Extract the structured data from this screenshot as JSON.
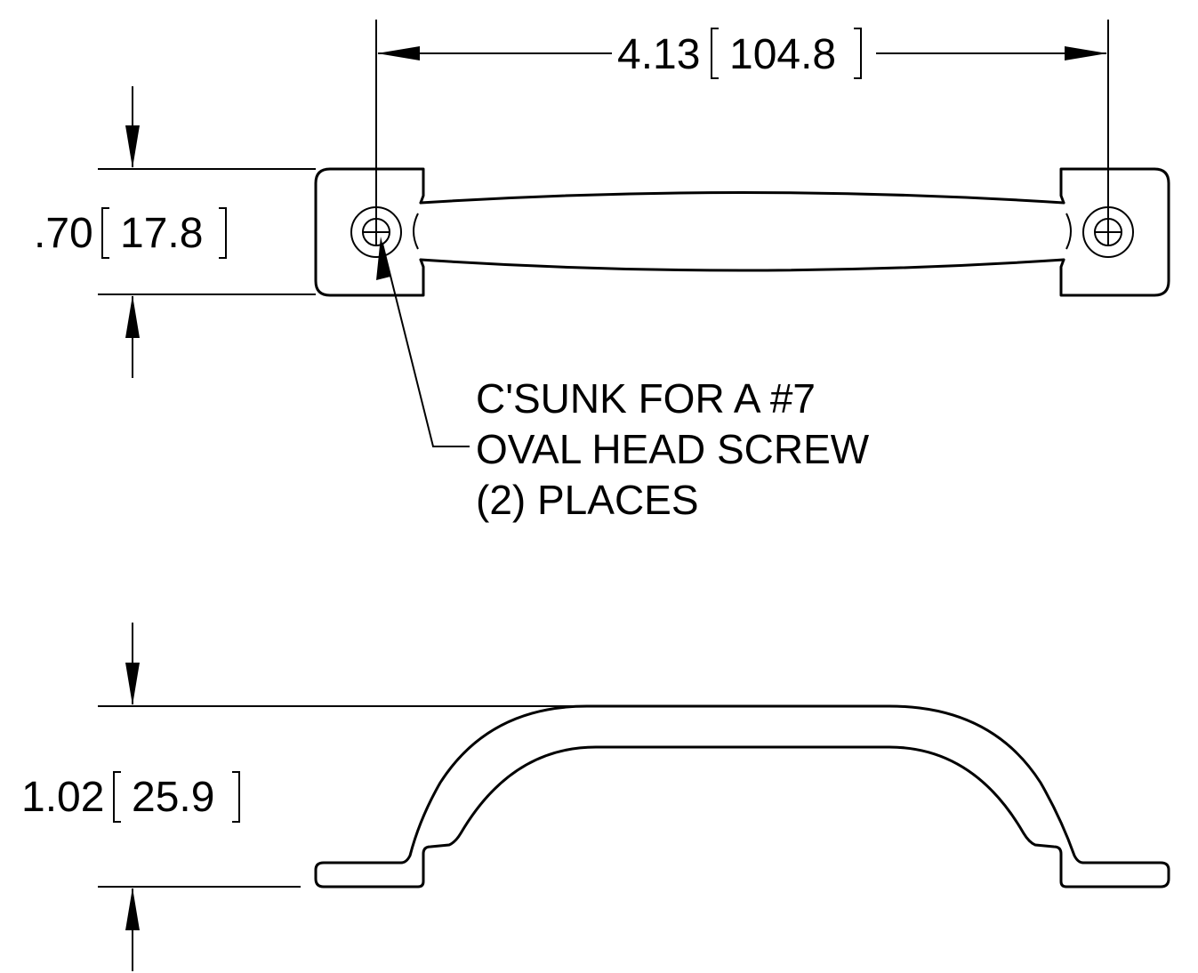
{
  "dimensions": {
    "length": {
      "inch": "4.13",
      "mm": "104.8"
    },
    "width": {
      "inch": ".70",
      "mm": "17.8"
    },
    "height": {
      "inch": "1.02",
      "mm": "25.9"
    }
  },
  "note": {
    "line1": "C'SUNK FOR A #7",
    "line2": "OVAL HEAD SCREW",
    "line3": "(2) PLACES"
  }
}
